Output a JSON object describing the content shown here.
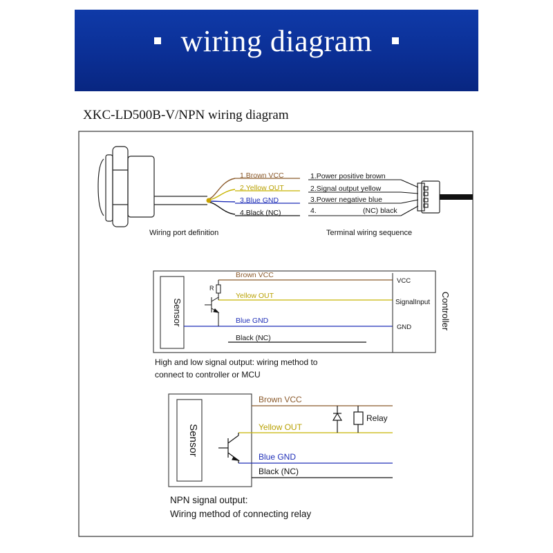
{
  "banner": {
    "title": "wiring diagram"
  },
  "subtitle": "XKC-LD500B-V/NPN wiring diagram",
  "port_definition": {
    "wires": [
      {
        "label": "1.Brown VCC",
        "color": "#8b5a2b"
      },
      {
        "label": "2.Yellow OUT",
        "color": "#c8b400"
      },
      {
        "label": "3.Blue GND",
        "color": "#1f2fb8"
      },
      {
        "label": "4.Black (NC)",
        "color": "#111111"
      }
    ],
    "caption": "Wiring port definition"
  },
  "terminal": {
    "items": [
      "1.Power positive brown",
      "2.Signal output yellow",
      "3.Power negative blue",
      "4."
    ],
    "nc_black": "(NC) black",
    "caption": "Terminal wiring sequence"
  },
  "controller_diagram": {
    "sensor": "Sensor",
    "resistor": "R",
    "brown": "Brown VCC",
    "yellow": "Yellow OUT",
    "blue": "Blue GND",
    "black": "Black (NC)",
    "vcc": "VCC",
    "signal_input": "SignalInput",
    "gnd": "GND",
    "controller": "Controller",
    "caption_line1": "High and low signal output: wiring method to",
    "caption_line2": "connect to controller or MCU"
  },
  "relay_diagram": {
    "sensor": "Sensor",
    "brown": "Brown VCC",
    "yellow": "Yellow OUT",
    "blue": "Blue GND",
    "black": "Black (NC)",
    "relay": "Relay",
    "caption_line1": "NPN signal output:",
    "caption_line2": "Wiring method of connecting relay"
  },
  "colors": {
    "banner": "#0b2f95",
    "brown": "#8b5a2b",
    "yellow": "#c8b400",
    "blue": "#1f2fb8",
    "black": "#111111"
  }
}
